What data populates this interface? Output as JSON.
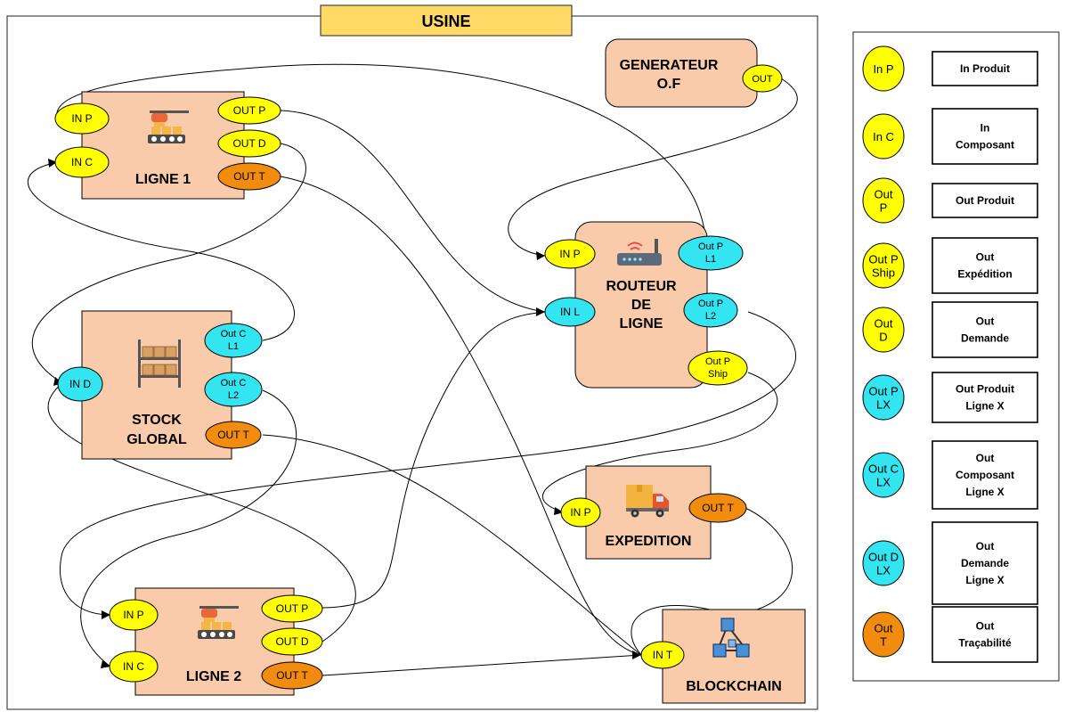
{
  "colors": {
    "block": "#F9CBAA",
    "yellow": "#FFFF00",
    "cyan": "#33E5F0",
    "orange": "#F28C0F",
    "title": "#FFD966"
  },
  "diagram": {
    "title": "USINE",
    "blocks": {
      "ligne1": {
        "name": "LIGNE 1",
        "icon": "production-line-icon",
        "ports": {
          "in_p": "IN P",
          "in_c": "IN C",
          "out_p": "OUT P",
          "out_d": "OUT D",
          "out_t": "OUT T"
        }
      },
      "ligne2": {
        "name": "LIGNE 2",
        "icon": "production-line-icon",
        "ports": {
          "in_p": "IN P",
          "in_c": "IN C",
          "out_p": "OUT P",
          "out_d": "OUT D",
          "out_t": "OUT T"
        }
      },
      "generateur": {
        "name_l1": "GENERATEUR",
        "name_l2": "O.F",
        "ports": {
          "out": "OUT"
        }
      },
      "routeur": {
        "name_l1": "ROUTEUR",
        "name_l2": "DE",
        "name_l3": "LIGNE",
        "icon": "router-icon",
        "ports": {
          "in_p": "IN P",
          "in_l": "IN L",
          "out_p_l1_a": "Out P",
          "out_p_l1_b": "L1",
          "out_p_l2_a": "Out P",
          "out_p_l2_b": "L2",
          "out_p_ship_a": "Out P",
          "out_p_ship_b": "Ship"
        }
      },
      "stock": {
        "name_l1": "STOCK",
        "name_l2": "GLOBAL",
        "icon": "warehouse-shelf-icon",
        "ports": {
          "in_d": "IN D",
          "out_c_l1_a": "Out C",
          "out_c_l1_b": "L1",
          "out_c_l2_a": "Out C",
          "out_c_l2_b": "L2",
          "out_t": "OUT T"
        }
      },
      "expedition": {
        "name": "EXPEDITION",
        "icon": "delivery-truck-icon",
        "ports": {
          "in_p": "IN P",
          "out_t": "OUT T"
        }
      },
      "blockchain": {
        "name": "BLOCKCHAIN",
        "icon": "blockchain-cubes-icon",
        "ports": {
          "in_t": "IN T"
        }
      }
    }
  },
  "legend": [
    {
      "port_l1": "In P",
      "port_l2": "",
      "color": "yellow",
      "desc_l1": "In Produit",
      "desc_l2": "",
      "desc_l3": ""
    },
    {
      "port_l1": "In C",
      "port_l2": "",
      "color": "yellow",
      "desc_l1": "In",
      "desc_l2": "Composant",
      "desc_l3": ""
    },
    {
      "port_l1": "Out",
      "port_l2": "P",
      "color": "yellow",
      "desc_l1": "Out Produit",
      "desc_l2": "",
      "desc_l3": ""
    },
    {
      "port_l1": "Out P",
      "port_l2": "Ship",
      "color": "yellow",
      "desc_l1": "Out",
      "desc_l2": "Expédition",
      "desc_l3": ""
    },
    {
      "port_l1": "Out",
      "port_l2": "D",
      "color": "yellow",
      "desc_l1": "Out",
      "desc_l2": "Demande",
      "desc_l3": ""
    },
    {
      "port_l1": "Out P",
      "port_l2": "LX",
      "color": "cyan",
      "desc_l1": "Out Produit",
      "desc_l2": "Ligne X",
      "desc_l3": ""
    },
    {
      "port_l1": "Out C",
      "port_l2": "LX",
      "color": "cyan",
      "desc_l1": "Out",
      "desc_l2": "Composant",
      "desc_l3": "Ligne X"
    },
    {
      "port_l1": "Out D",
      "port_l2": "LX",
      "color": "cyan",
      "desc_l1": "Out",
      "desc_l2": "Demande",
      "desc_l3": "Ligne X"
    },
    {
      "port_l1": "Out",
      "port_l2": "T",
      "color": "orange",
      "desc_l1": "Out",
      "desc_l2": "Traçabilité",
      "desc_l3": ""
    }
  ]
}
